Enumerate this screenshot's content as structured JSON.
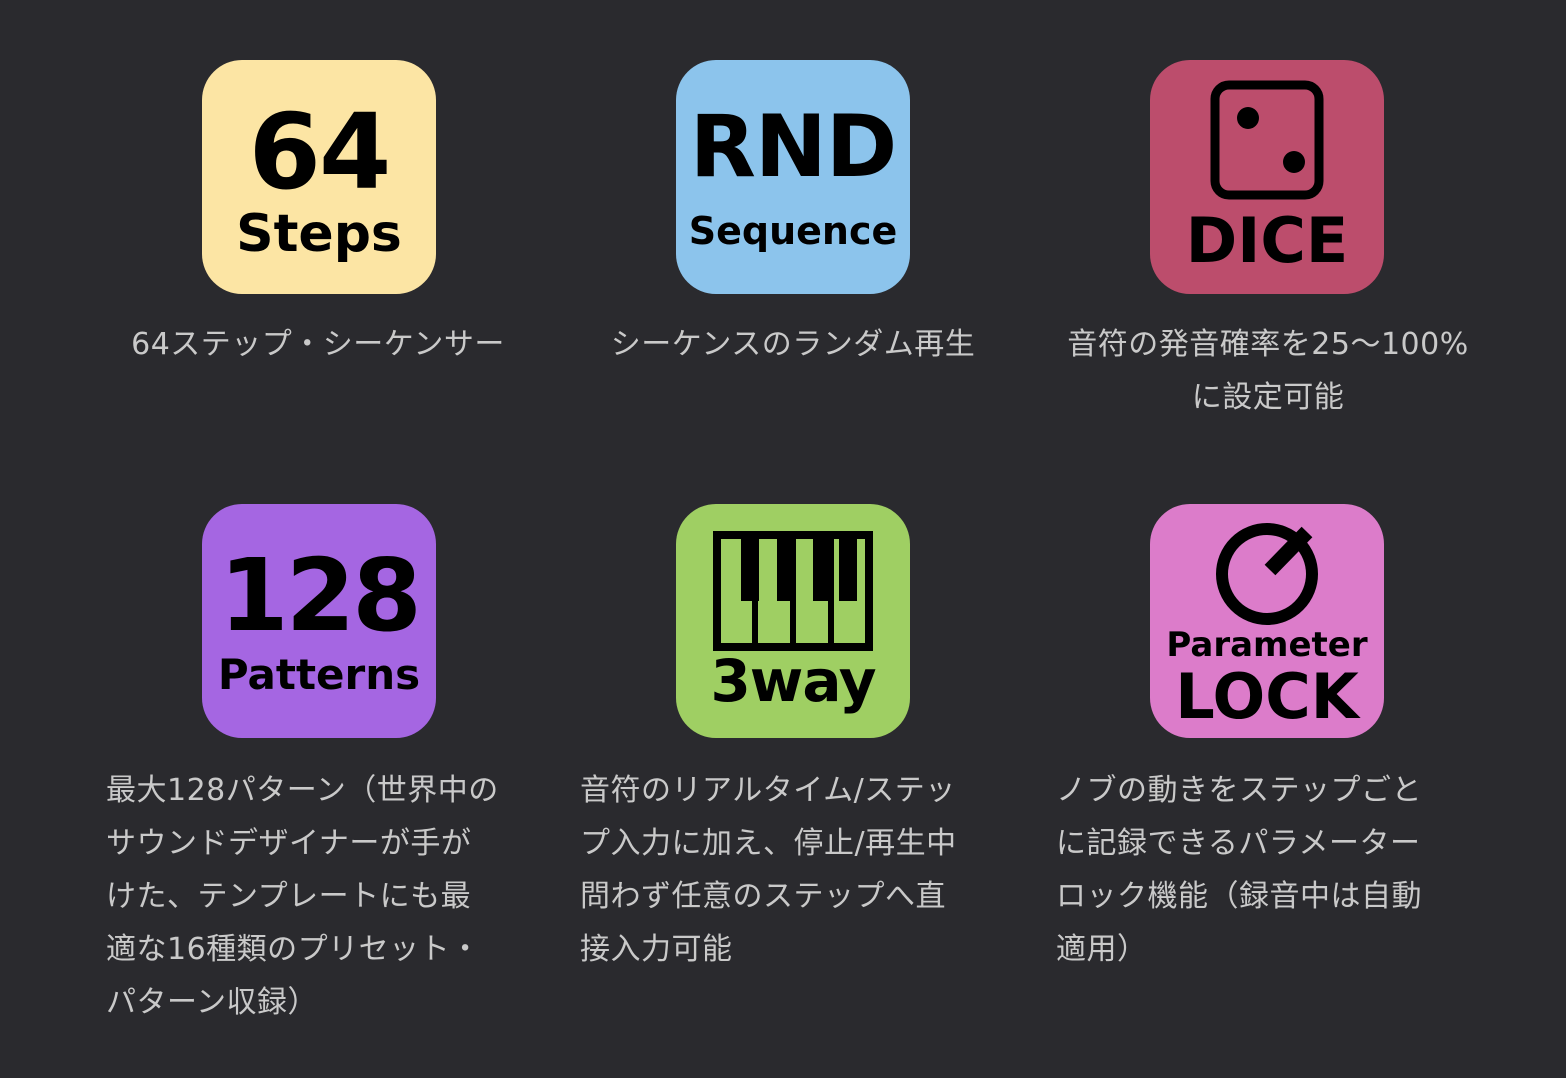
{
  "colors": {
    "background": "#2a2a2e",
    "caption_text": "#c9c9c9",
    "tile_steps": "#fce5a4",
    "tile_rnd": "#8cc4ec",
    "tile_dice": "#bc4d6c",
    "tile_patterns": "#a566e2",
    "tile_3way": "#9fcf63",
    "tile_lock": "#dc7cca"
  },
  "features": [
    {
      "id": "steps",
      "big": "64",
      "small": "Steps",
      "icon": "steps-badge",
      "caption": "64ステップ・シーケンサー"
    },
    {
      "id": "rnd",
      "big": "RND",
      "small": "Sequence",
      "icon": "rnd-sequence-badge",
      "caption": "シーケンスのランダム再生"
    },
    {
      "id": "dice",
      "big": "DICE",
      "icon": "dice-icon",
      "caption": "音符の発音確率を25〜100%\nに設定可能"
    },
    {
      "id": "patterns",
      "big": "128",
      "small": "Patterns",
      "icon": "patterns-badge",
      "caption": "最大128パターン（世界中の\nサウンドデザイナーが手が\nけた、テンプレートにも最\n適な16種類のプリセット・\nパターン収録）"
    },
    {
      "id": "threeway",
      "big": "3way",
      "icon": "piano-keyboard-icon",
      "caption": "音符のリアルタイム/ステッ\nプ入力に加え、停止/再生中\n問わず任意のステップへ直\n接入力可能"
    },
    {
      "id": "lock",
      "small": "Parameter",
      "big": "LOCK",
      "icon": "knob-icon",
      "caption": "ノブの動きをステップごと\nに記録できるパラメーター\nロック機能（録音中は自動\n適用）"
    }
  ]
}
